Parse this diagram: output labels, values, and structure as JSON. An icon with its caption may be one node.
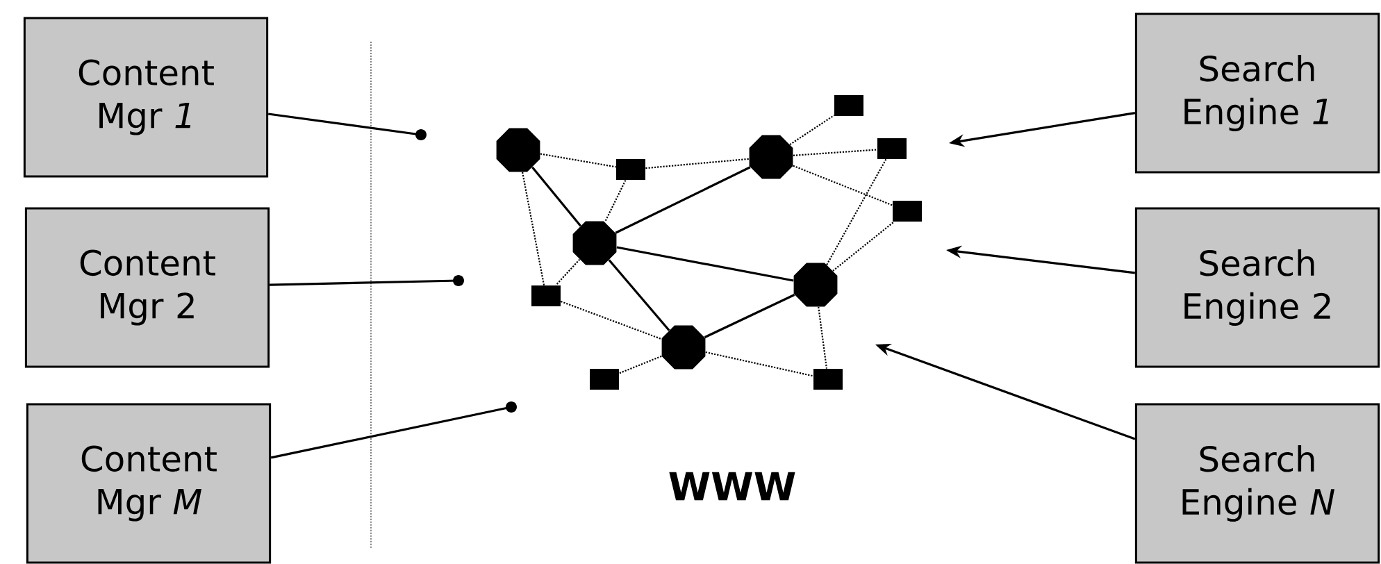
{
  "diagram": {
    "nodes": [
      {
        "text": [
          "Content Mgr *1*"
        ]
      },
      {
        "text": [
          "Content Mgr 2"
        ]
      },
      {
        "text": [
          "Content Mgr *M*"
        ]
      },
      {
        "text": [
          "Search Engine *1*"
        ]
      },
      {
        "text": [
          "Search Engine 2"
        ]
      },
      {
        "text": [
          "Search Engine *N*"
        ]
      },
      {
        "text": [],
        "shape": "octagon"
      },
      {
        "text": [],
        "shape": "octagon"
      },
      {
        "text": [],
        "shape": "octagon"
      },
      {
        "text": [],
        "shape": "octagon"
      },
      {
        "text": [],
        "shape": "octagon"
      },
      {
        "text": [],
        "shape": "box"
      },
      {
        "text": [],
        "shape": "box"
      },
      {
        "text": [],
        "shape": "box"
      },
      {
        "text": [],
        "shape": "box"
      },
      {
        "text": [],
        "shape": "box"
      },
      {
        "text": [],
        "shape": "box"
      },
      {
        "text": [],
        "shape": "box"
      }
    ],
    "edges": [
      {
        "from": 0,
        "to": null,
        "arrow": "other"
      },
      {
        "from": 1,
        "to": null,
        "arrow": "other"
      },
      {
        "from": 2,
        "to": null,
        "arrow": "other"
      },
      {
        "from": 3,
        "to": null,
        "arrow": "to"
      },
      {
        "from": 4,
        "to": null,
        "arrow": "to"
      },
      {
        "from": 5,
        "to": null,
        "arrow": "to"
      },
      {
        "from": 6,
        "to": 8,
        "arrow": "none"
      },
      {
        "from": 8,
        "to": 7,
        "arrow": "none"
      },
      {
        "from": 8,
        "to": 9,
        "arrow": "none"
      },
      {
        "from": 8,
        "to": 10,
        "arrow": "none"
      },
      {
        "from": 10,
        "to": 9,
        "arrow": "none"
      },
      {
        "from": 6,
        "to": 13,
        "arrow": "none",
        "style": "dashed"
      },
      {
        "from": 13,
        "to": 7,
        "arrow": "none",
        "style": "dashed"
      },
      {
        "from": 6,
        "to": 15,
        "arrow": "none",
        "style": "dashed"
      },
      {
        "from": 13,
        "to": 8,
        "arrow": "none",
        "style": "dashed"
      },
      {
        "from": 8,
        "to": 15,
        "arrow": "none",
        "style": "dashed"
      },
      {
        "from": 15,
        "to": 10,
        "arrow": "none",
        "style": "dashed"
      },
      {
        "from": 10,
        "to": 16,
        "arrow": "none",
        "style": "dashed"
      },
      {
        "from": 10,
        "to": 17,
        "arrow": "none",
        "style": "dashed"
      },
      {
        "from": 9,
        "to": 17,
        "arrow": "none",
        "style": "dashed"
      },
      {
        "from": 7,
        "to": 11,
        "arrow": "none",
        "style": "dashed"
      },
      {
        "from": 7,
        "to": 12,
        "arrow": "none",
        "style": "dashed"
      },
      {
        "from": 7,
        "to": 14,
        "arrow": "none",
        "style": "dashed"
      },
      {
        "from": 9,
        "to": 12,
        "arrow": "none",
        "style": "dashed"
      },
      {
        "from": 9,
        "to": 14,
        "arrow": "none",
        "style": "dashed"
      }
    ],
    "labels": [
      "WWW"
    ]
  }
}
